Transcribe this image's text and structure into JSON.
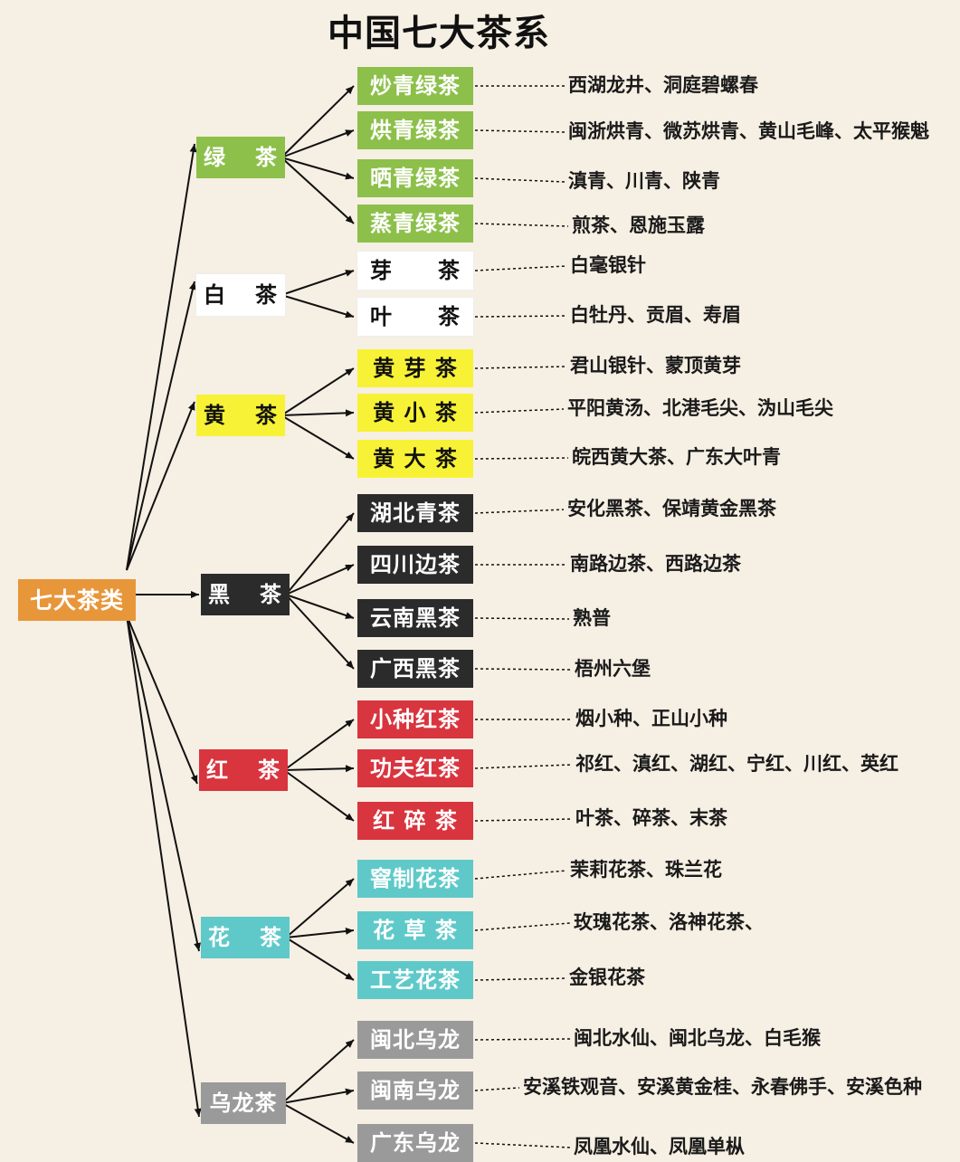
{
  "title": "中国七大茶系",
  "root": {
    "label": "七大茶类",
    "color": "#e8963a"
  },
  "categories": [
    {
      "label": [
        "绿",
        "茶"
      ],
      "bg": "#8cc04a",
      "fg": "#ffffff",
      "subs": [
        {
          "label": "炒青绿茶",
          "examples": "西湖龙井、洞庭碧螺春"
        },
        {
          "label": "烘青绿茶",
          "examples": "闽浙烘青、微苏烘青、黄山毛峰、太平猴魁"
        },
        {
          "label": "晒青绿茶",
          "examples": "滇青、川青、陕青"
        },
        {
          "label": "蒸青绿茶",
          "examples": "煎茶、恩施玉露"
        }
      ]
    },
    {
      "label": [
        "白",
        "茶"
      ],
      "bg": "#ffffff",
      "fg": "#111111",
      "subs": [
        {
          "label": "芽　　茶",
          "examples": "白毫银针"
        },
        {
          "label": "叶　　茶",
          "examples": "白牡丹、贡眉、寿眉"
        }
      ]
    },
    {
      "label": [
        "黄",
        "茶"
      ],
      "bg": "#f7f235",
      "fg": "#111111",
      "subs": [
        {
          "label": "黄 芽 茶",
          "examples": "君山银针、蒙顶黄芽"
        },
        {
          "label": "黄 小 茶",
          "examples": "平阳黄汤、北港毛尖、沩山毛尖"
        },
        {
          "label": "黄 大 茶",
          "examples": "皖西黄大茶、广东大叶青"
        }
      ]
    },
    {
      "label": [
        "黑",
        "茶"
      ],
      "bg": "#2b2b2b",
      "fg": "#ffffff",
      "subs": [
        {
          "label": "湖北青茶",
          "examples": "安化黑茶、保靖黄金黑茶"
        },
        {
          "label": "四川边茶",
          "examples": "南路边茶、西路边茶"
        },
        {
          "label": "云南黑茶",
          "examples": "熟普"
        },
        {
          "label": "广西黑茶",
          "examples": "梧州六堡"
        }
      ]
    },
    {
      "label": [
        "红",
        "茶"
      ],
      "bg": "#d8353f",
      "fg": "#ffffff",
      "subs": [
        {
          "label": "小种红茶",
          "examples": "烟小种、正山小种"
        },
        {
          "label": "功夫红茶",
          "examples": "祁红、滇红、湖红、宁红、川红、英红"
        },
        {
          "label": "红 碎 茶",
          "examples": "叶茶、碎茶、末茶"
        }
      ]
    },
    {
      "label": [
        "花",
        "茶"
      ],
      "bg": "#5fc9c9",
      "fg": "#ffffff",
      "subs": [
        {
          "label": "窨制花茶",
          "examples": "茉莉花茶、珠兰花"
        },
        {
          "label": "花 草 茶",
          "examples": "玫瑰花茶、洛神花茶、"
        },
        {
          "label": "工艺花茶",
          "examples": "金银花茶"
        }
      ]
    },
    {
      "label": [
        "乌龙茶"
      ],
      "bg": "#9a9a9a",
      "fg": "#ffffff",
      "subs": [
        {
          "label": "闽北乌龙",
          "examples": "闽北水仙、闽北乌龙、白毛猴"
        },
        {
          "label": "闽南乌龙",
          "examples": "安溪铁观音、安溪黄金桂、永春佛手、安溪色种"
        },
        {
          "label": "广东乌龙",
          "examples": "凤凰水仙、凤凰单枞"
        }
      ]
    }
  ]
}
